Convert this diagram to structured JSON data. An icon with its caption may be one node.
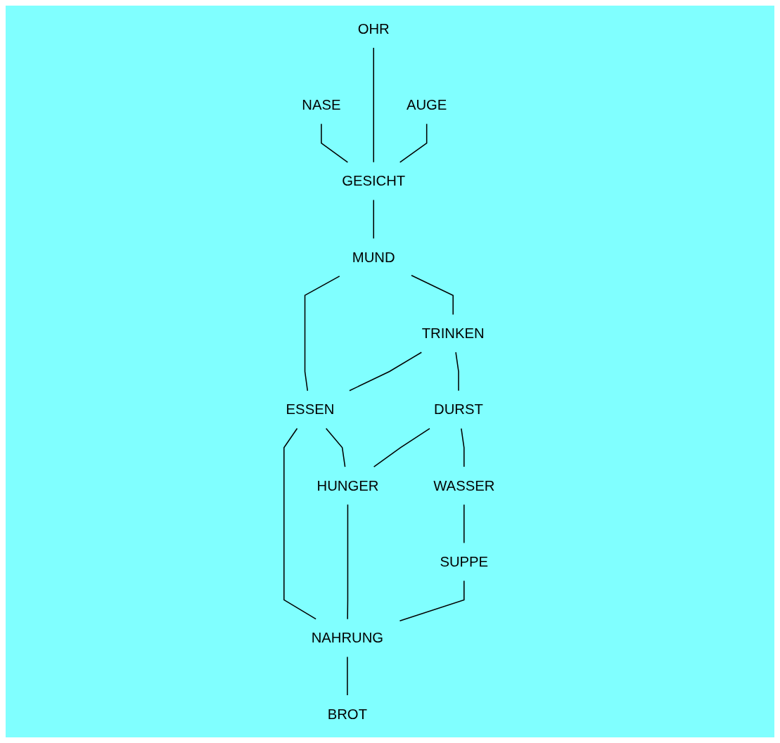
{
  "diagram": {
    "nodes": [
      {
        "text": [
          "OHR"
        ]
      },
      {
        "text": [
          "NASE"
        ]
      },
      {
        "text": [
          "AUGE"
        ]
      },
      {
        "text": [
          "GESICHT"
        ]
      },
      {
        "text": [
          "MUND"
        ]
      },
      {
        "text": [
          "TRINKEN"
        ]
      },
      {
        "text": [
          "ESSEN"
        ]
      },
      {
        "text": [
          "DURST"
        ]
      },
      {
        "text": [
          "HUNGER"
        ]
      },
      {
        "text": [
          "WASSER"
        ]
      },
      {
        "text": [
          "NAHRUNG"
        ]
      },
      {
        "text": [
          "SUPPE"
        ]
      },
      {
        "text": [
          "BROT"
        ]
      }
    ],
    "edges": [
      {
        "from": 1,
        "to": 3,
        "arrow": "none"
      },
      {
        "from": 0,
        "to": 3,
        "arrow": "none"
      },
      {
        "from": 2,
        "to": 3,
        "arrow": "none"
      },
      {
        "from": 3,
        "to": 4,
        "arrow": "none"
      },
      {
        "from": 4,
        "to": 5,
        "arrow": "none"
      },
      {
        "from": 4,
        "to": 6,
        "arrow": "none"
      },
      {
        "from": 5,
        "to": 6,
        "arrow": "none"
      },
      {
        "from": 5,
        "to": 7,
        "arrow": "none"
      },
      {
        "from": 6,
        "to": 8,
        "arrow": "none"
      },
      {
        "from": 6,
        "to": 10,
        "arrow": "none"
      },
      {
        "from": 7,
        "to": 8,
        "arrow": "none"
      },
      {
        "from": 7,
        "to": 9,
        "arrow": "none"
      },
      {
        "from": 8,
        "to": 10,
        "arrow": "none"
      },
      {
        "from": 9,
        "to": 11,
        "arrow": "none"
      },
      {
        "from": 11,
        "to": 10,
        "arrow": "none"
      },
      {
        "from": 10,
        "to": 12,
        "arrow": "none"
      }
    ]
  }
}
